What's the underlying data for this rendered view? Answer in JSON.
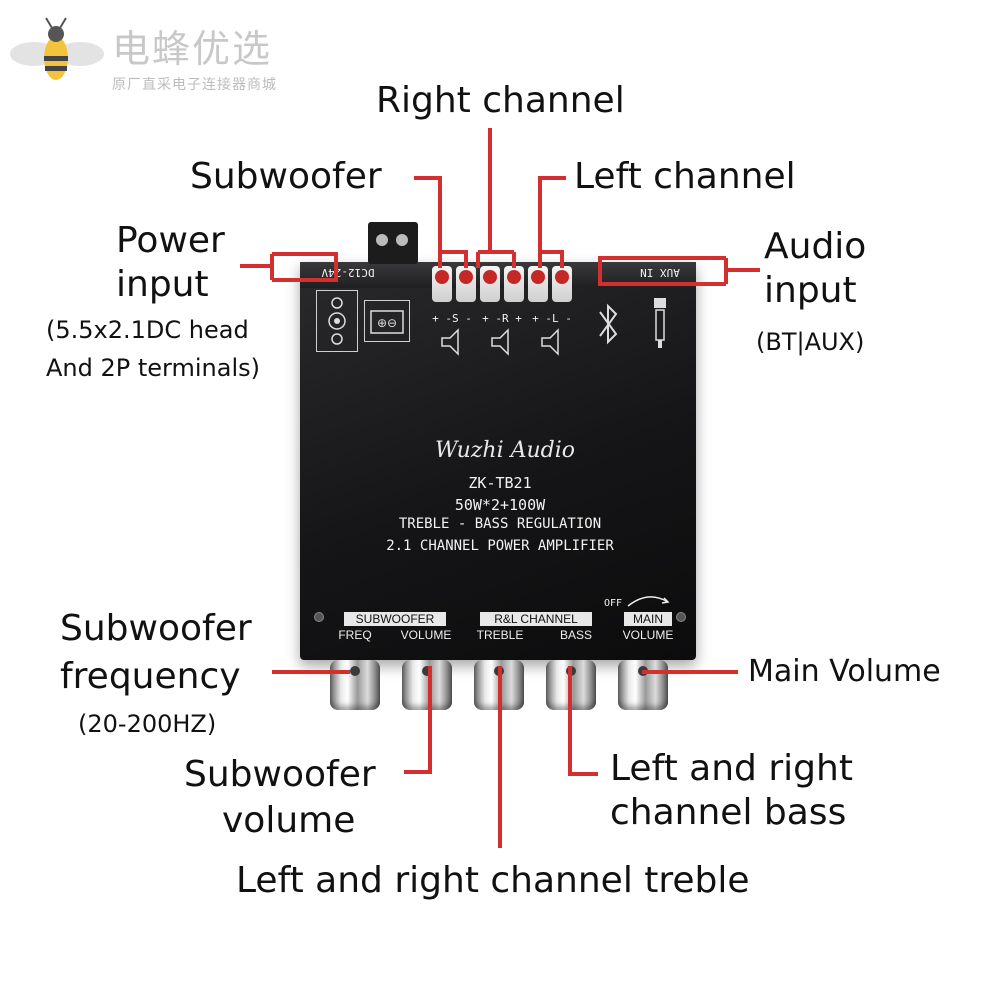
{
  "watermark": {
    "title": "电蜂优选",
    "subtitle": "原厂直采电子连接器商城"
  },
  "callouts": {
    "right_channel": "Right channel",
    "subwoofer": "Subwoofer",
    "left_channel": "Left channel",
    "power_input_line1": "Power",
    "power_input_line2": "input",
    "power_input_note1": "(5.5x2.1DC head",
    "power_input_note2": "And 2P terminals)",
    "audio_input_line1": "Audio",
    "audio_input_line2": "input",
    "audio_input_note": "(BT|AUX)",
    "subwoofer_frequency_line1": "Subwoofer",
    "subwoofer_frequency_line2": "frequency",
    "subwoofer_frequency_note": "(20-200HZ)",
    "main_volume": "Main Volume",
    "subwoofer_volume_line1": "Subwoofer",
    "subwoofer_volume_line2": "volume",
    "lr_bass_line1": "Left and right",
    "lr_bass_line2": "channel bass",
    "lr_treble": "Left and right channel treble"
  },
  "board": {
    "power_label": "DC12-24V",
    "aux_label": "AUX IN",
    "speaker_labels": [
      "+ -S -",
      "+ -R +",
      "+ -L -"
    ],
    "brand": "Wuzhi Audio",
    "model": "ZK-TB21",
    "power_rating": "50W*2+100W",
    "regulation": "TREBLE - BASS REGULATION",
    "amp_type": "2.1 CHANNEL POWER AMPLIFIER",
    "group_subwoofer": "SUBWOOFER",
    "group_rl": "R&L CHANNEL",
    "group_main": "MAIN",
    "knob_freq": "FREQ",
    "knob_volume": "VOLUME",
    "knob_treble": "TREBLE",
    "knob_bass": "BASS",
    "knob_main_volume": "VOLUME",
    "off_label": "OFF"
  },
  "colors": {
    "leader_line": "#d32f2f",
    "board": "#161618",
    "watermark": "#c8c8c8"
  },
  "icons": [
    "bee-logo-icon",
    "dc-jack-icon",
    "terminal-icon",
    "speaker-icon",
    "bluetooth-icon",
    "aux-jack-icon"
  ]
}
